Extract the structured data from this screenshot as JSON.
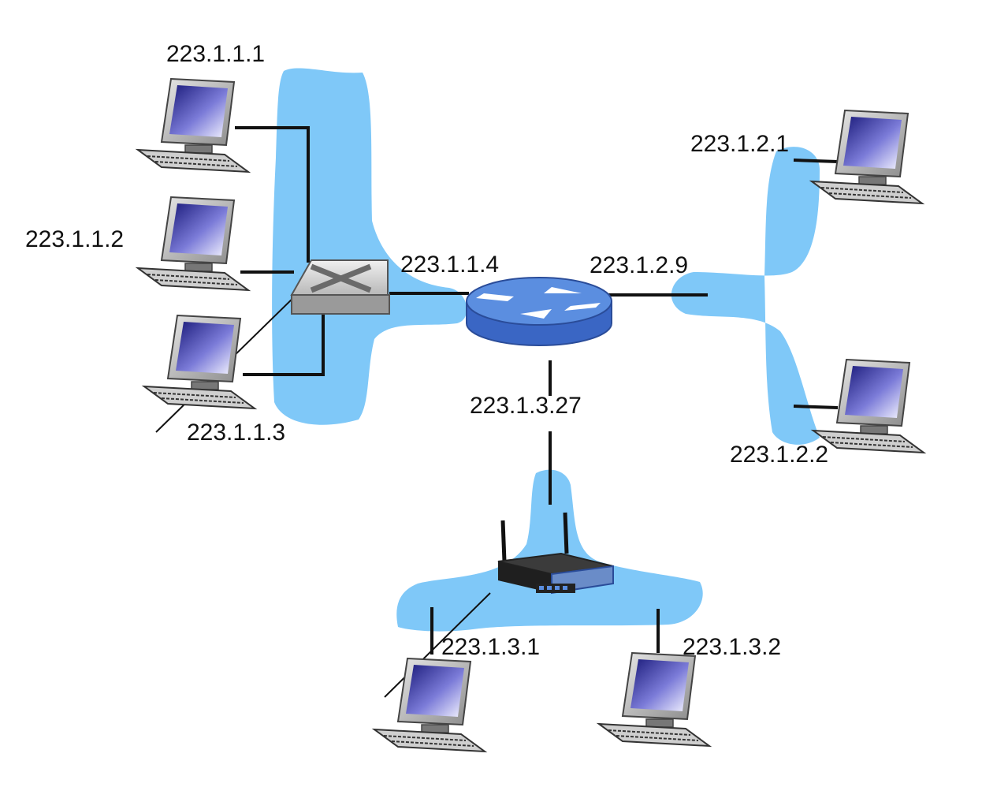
{
  "labels": {
    "h1": "223.1.1.1",
    "h2": "223.1.1.2",
    "h3": "223.1.1.3",
    "r1": "223.1.1.4",
    "r2": "223.1.2.9",
    "r3": "223.1.3.27",
    "h21": "223.1.2.1",
    "h22": "223.1.2.2",
    "h31": "223.1.3.1",
    "h32": "223.1.3.2"
  },
  "colors": {
    "subnet": "#7fc8f8",
    "router_top": "#5b8ee0",
    "router_side": "#3a66c4",
    "line": "#111111"
  },
  "icons": {
    "host": "desktop-computer-icon",
    "switch": "ethernet-switch-icon",
    "router": "router-icon",
    "ap": "wireless-access-point-icon"
  }
}
